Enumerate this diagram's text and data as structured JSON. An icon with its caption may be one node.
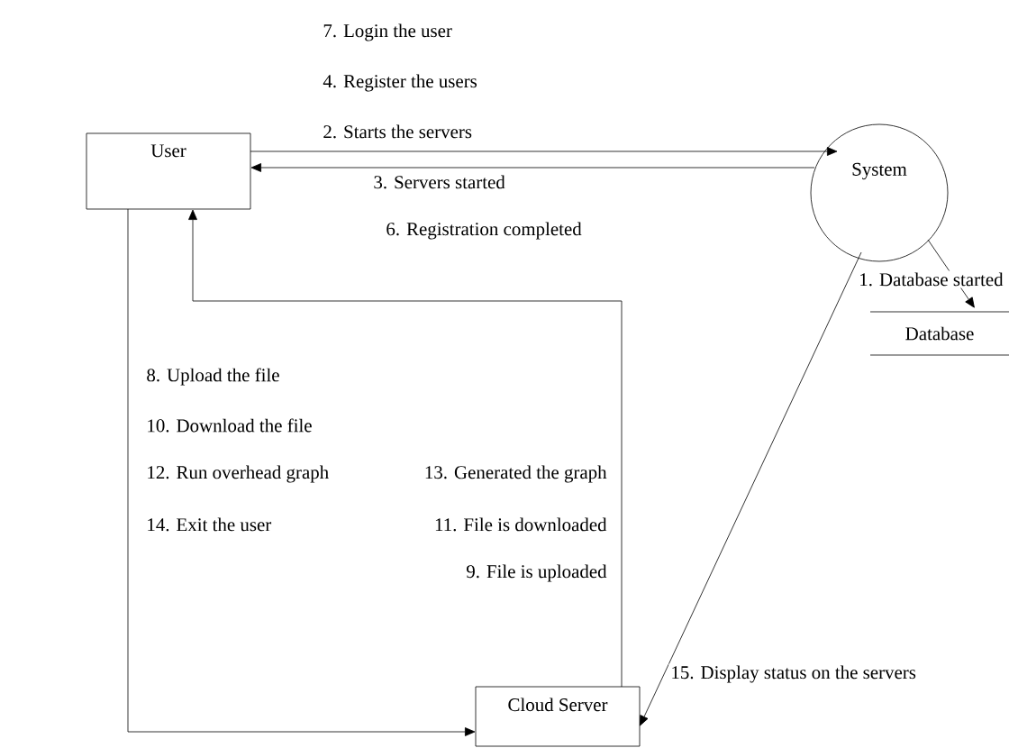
{
  "diagram": {
    "nodes": [
      {
        "text": [
          "User"
        ]
      },
      {
        "text": [
          "System"
        ]
      },
      {
        "text": [
          "Database"
        ]
      },
      {
        "text": [
          "Cloud Server"
        ]
      }
    ],
    "edges": [
      {
        "from": 0,
        "to": 1,
        "arrow": "to",
        "label": "2. Starts the servers"
      },
      {
        "from": 1,
        "to": 0,
        "arrow": "to",
        "label": "3. Servers started"
      },
      {
        "from": 1,
        "to": 2,
        "arrow": "to",
        "label": "1. Database started"
      },
      {
        "from": 0,
        "to": 3,
        "arrow": "to",
        "label": "8. Upload the file"
      },
      {
        "from": 3,
        "to": 0,
        "arrow": "to",
        "label": "9. File is uploaded"
      },
      {
        "from": 1,
        "to": 3,
        "arrow": "to",
        "label": "15. Display status on the servers"
      }
    ],
    "labels": [
      "7. Login the user",
      "4. Register the users",
      "6. Registration completed",
      "10. Download the file",
      "12. Run overhead graph",
      "14. Exit the user",
      "13. Generated the graph",
      "11. File is downloaded"
    ]
  }
}
